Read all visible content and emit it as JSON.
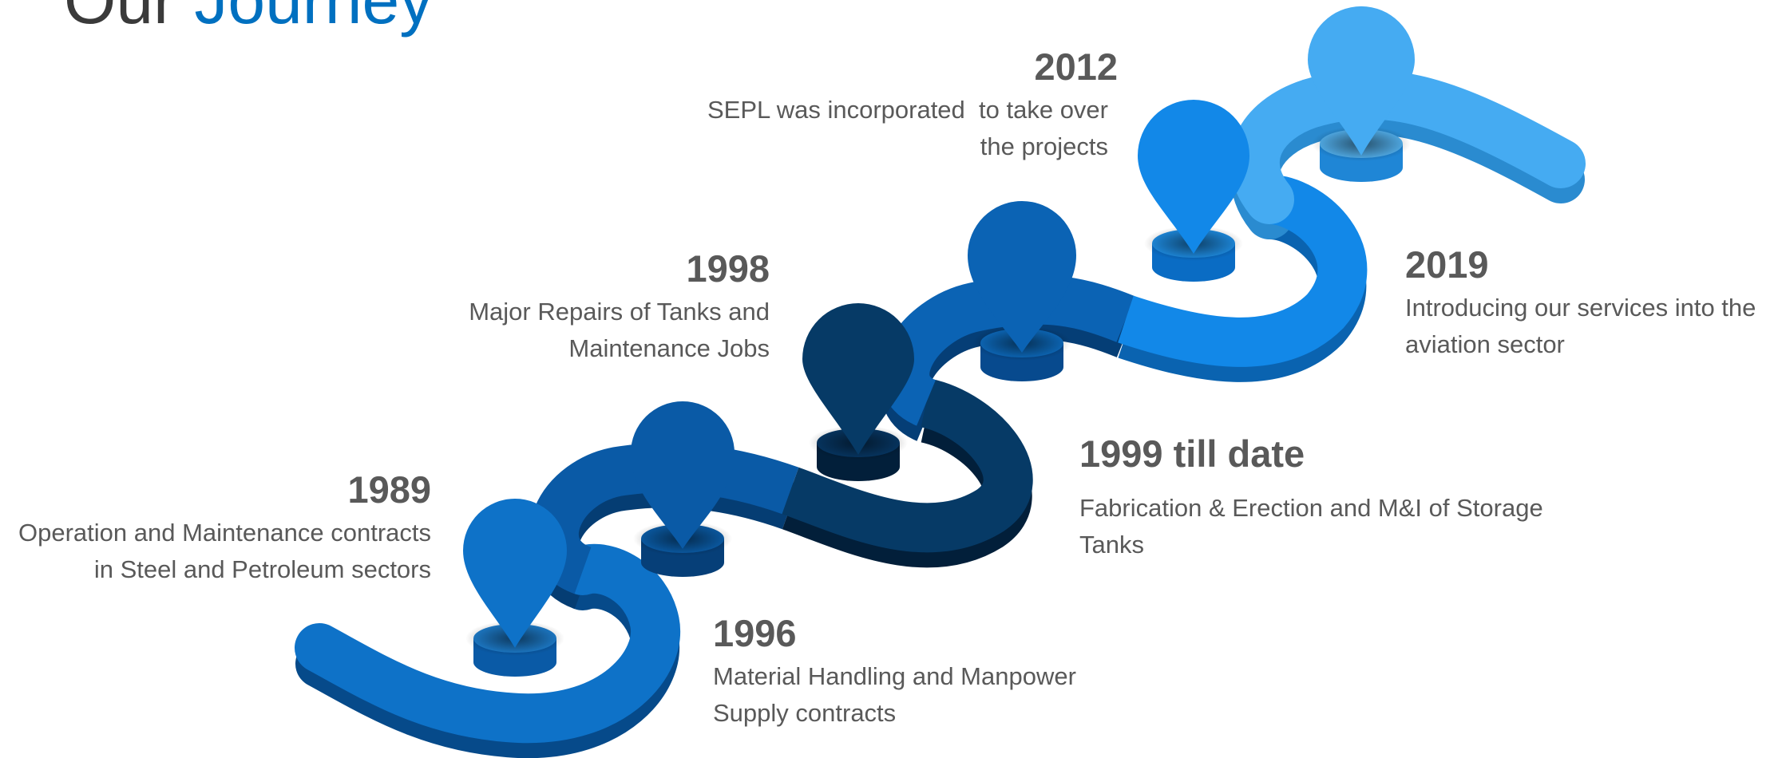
{
  "title": {
    "word1": "Our",
    "word2": "Journey"
  },
  "colors": {
    "title_accent": "#0070c0",
    "text_gray": "#595959",
    "segment_1": "#0e72c8",
    "segment_2": "#0a5aa6",
    "segment_3": "#063a66",
    "segment_4": "#0b63b4",
    "segment_5": "#1288e8",
    "segment_6": "#45abf2"
  },
  "milestones": [
    {
      "year": "1989",
      "desc_line1": "Operation and Maintenance contracts",
      "desc_line2": "in Steel and Petroleum sectors"
    },
    {
      "year": "1996",
      "desc_line1": "Material Handling and Manpower",
      "desc_line2": "Supply contracts"
    },
    {
      "year": "1998",
      "desc_line1": "Major Repairs of Tanks and",
      "desc_line2": "Maintenance Jobs"
    },
    {
      "year": "1999 till date",
      "desc_line1": "Fabrication & Erection and M&I of Storage",
      "desc_line2": "Tanks"
    },
    {
      "year": "2012",
      "desc_line1": "SEPL was incorporated  to take over",
      "desc_line2": "the projects"
    },
    {
      "year": "2019",
      "desc_line1": "Introducing our services into the",
      "desc_line2": "aviation sector"
    }
  ]
}
